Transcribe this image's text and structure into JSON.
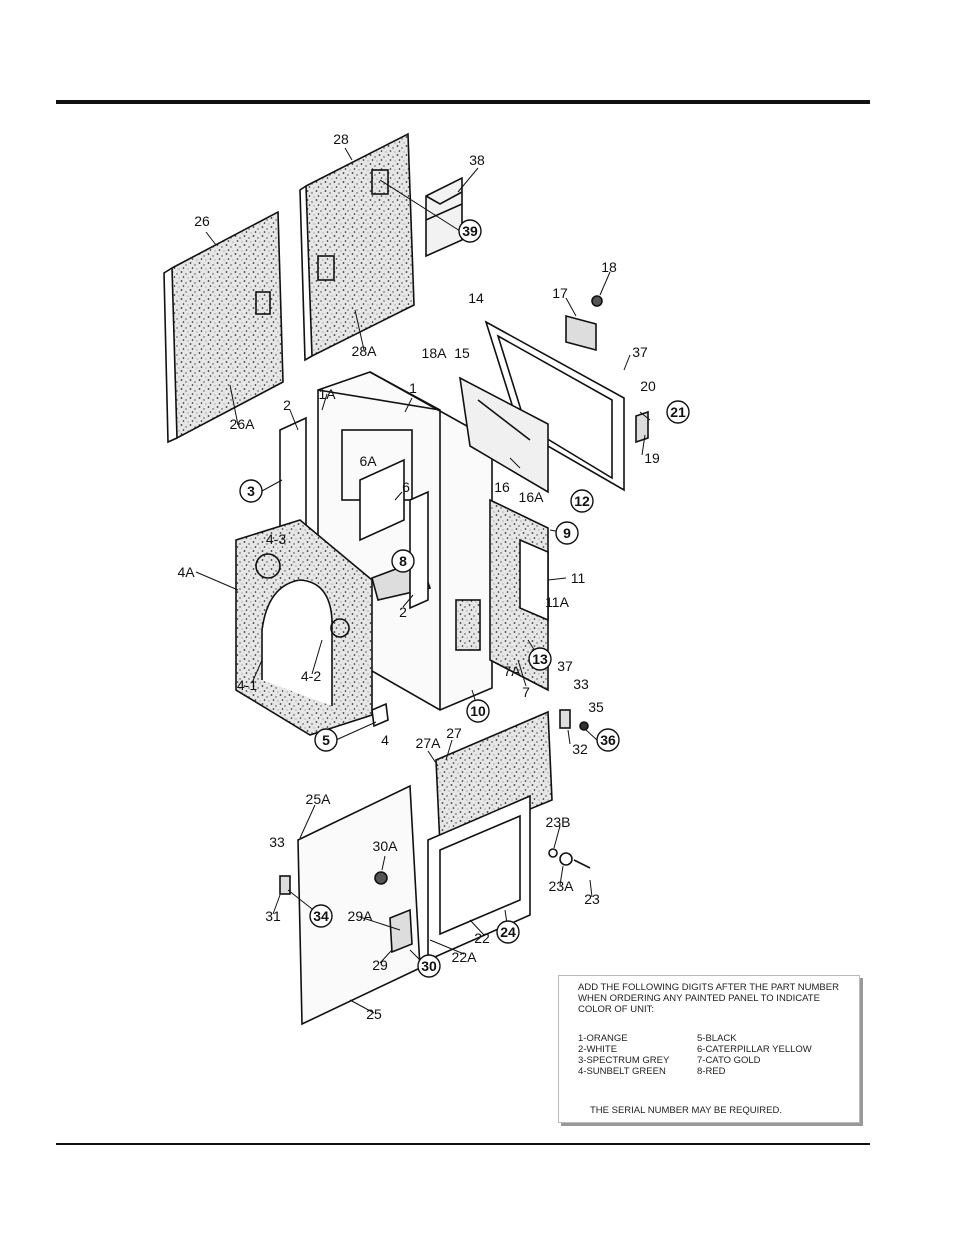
{
  "callouts": {
    "c1": "1",
    "c1A": "1A",
    "c2a": "2",
    "c2b": "2",
    "c3": "3",
    "c4": "4",
    "c4A": "4A",
    "c4_1": "4-1",
    "c4_2": "4-2",
    "c4_3": "4-3",
    "c5": "5",
    "c6": "6",
    "c6A": "6A",
    "c7": "7",
    "c7A": "7A",
    "c8": "8",
    "c9": "9",
    "c10": "10",
    "c11": "11",
    "c11A": "11A",
    "c12": "12",
    "c13": "13",
    "c14": "14",
    "c15": "15",
    "c16": "16",
    "c16A": "16A",
    "c17": "17",
    "c18": "18",
    "c18A": "18A",
    "c19": "19",
    "c20": "20",
    "c21": "21",
    "c22": "22",
    "c22A": "22A",
    "c23": "23",
    "c23A": "23A",
    "c23B": "23B",
    "c24": "24",
    "c25": "25",
    "c25A": "25A",
    "c26": "26",
    "c26A": "26A",
    "c27": "27",
    "c27A": "27A",
    "c28": "28",
    "c28A": "28A",
    "c29": "29",
    "c29A": "29A",
    "c30": "30",
    "c30A": "30A",
    "c31": "31",
    "c32": "32",
    "c33a": "33",
    "c33b": "33",
    "c34": "34",
    "c35": "35",
    "c36": "36",
    "c37a": "37",
    "c37b": "37",
    "c38": "38",
    "c39": "39"
  },
  "note": {
    "heading": "ADD THE FOLLOWING DIGITS AFTER THE PART NUMBER WHEN ORDERING ANY PAINTED PANEL TO INDICATE COLOR OF UNIT:",
    "colors": [
      [
        "1-ORANGE",
        "5-BLACK"
      ],
      [
        "2-WHITE",
        "6-CATERPILLAR YELLOW"
      ],
      [
        "3-SPECTRUM GREY",
        "7-CATO GOLD"
      ],
      [
        "4-SUNBELT GREEN",
        "8-RED"
      ]
    ],
    "footer": "THE SERIAL NUMBER MAY BE REQUIRED."
  }
}
